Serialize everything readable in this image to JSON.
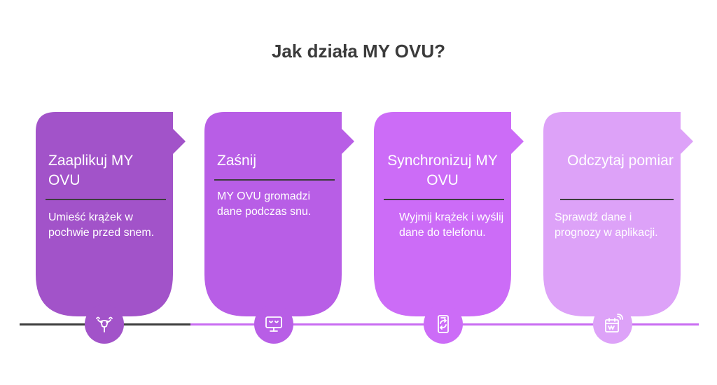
{
  "title": "Jak działa MY OVU?",
  "colors": {
    "step1": "#a253c9",
    "step2": "#b85ee6",
    "step3": "#cc6cf7",
    "step4": "#dda2f8",
    "line_dark": "#3d3d3d",
    "line_light": "#c96cf2"
  },
  "steps": [
    {
      "title": "Zaaplikuj MY OVU",
      "description": "Umieść krążek w pochwie przed snem.",
      "icon": "uterus-icon"
    },
    {
      "title": "Zaśnij",
      "description": "MY OVU gromadzi dane podczas snu.",
      "icon": "monitor-sleep-icon"
    },
    {
      "title": "Synchronizuj MY OVU",
      "description": "Wyjmij krążek i wyślij dane do telefonu.",
      "icon": "phone-sync-icon"
    },
    {
      "title": "Odczytaj pomiar",
      "description": "Sprawdź dane i prognozy w aplikacji.",
      "icon": "calendar-cast-icon"
    }
  ]
}
